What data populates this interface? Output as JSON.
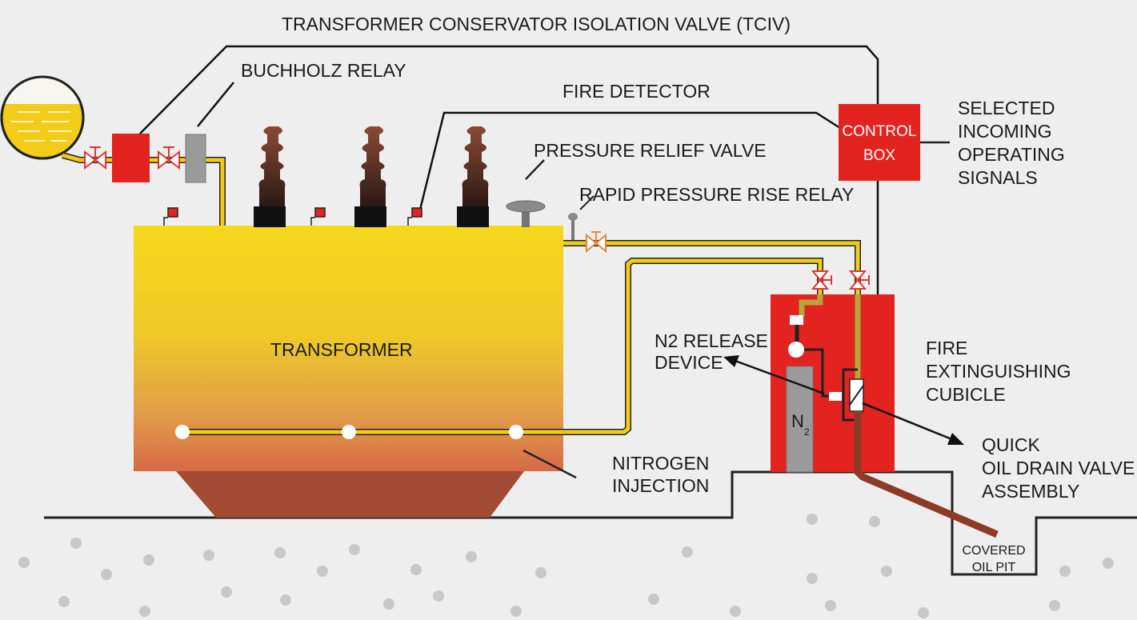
{
  "labels": {
    "tciv": "TRANSFORMER CONSERVATOR ISOLATION VALVE (TCIV)",
    "buchholz": "BUCHHOLZ RELAY",
    "fire_detector": "FIRE DETECTOR",
    "pressure_relief": "PRESSURE RELIEF VALVE",
    "rapid_pressure": "RAPID PRESSURE RISE RELAY",
    "control_box": [
      "CONTROL",
      "BOX"
    ],
    "selected_signals": [
      "SELECTED",
      "INCOMING",
      "OPERATING",
      "SIGNALS"
    ],
    "transformer": "TRANSFORMER",
    "n2_release": [
      "N2 RELEASE",
      "DEVICE"
    ],
    "fire_cubicle": [
      "FIRE",
      "EXTINGUISHING",
      "CUBICLE"
    ],
    "quick_drain": [
      "QUICK",
      "OIL DRAIN VALVE",
      "ASSEMBLY"
    ],
    "nitrogen_injection": [
      "NITROGEN",
      "INJECTION"
    ],
    "covered_pit": [
      "COVERED",
      "OIL PIT"
    ],
    "n2_cylinder": "N",
    "n2_subscript": "2"
  },
  "colors": {
    "background": "#eeeeee",
    "tank_top": "#f4d21a",
    "tank_bottom": "#d4704a",
    "base": "#a34a35",
    "pipe_yellow": "#f2cc18",
    "pipe_olive": "#b8a43c",
    "red": "#e32320",
    "valve": "#e03535",
    "bushing": "#6a3425",
    "ground_dots": "#c8c8c8",
    "drain_pipe": "#8c3b26"
  }
}
